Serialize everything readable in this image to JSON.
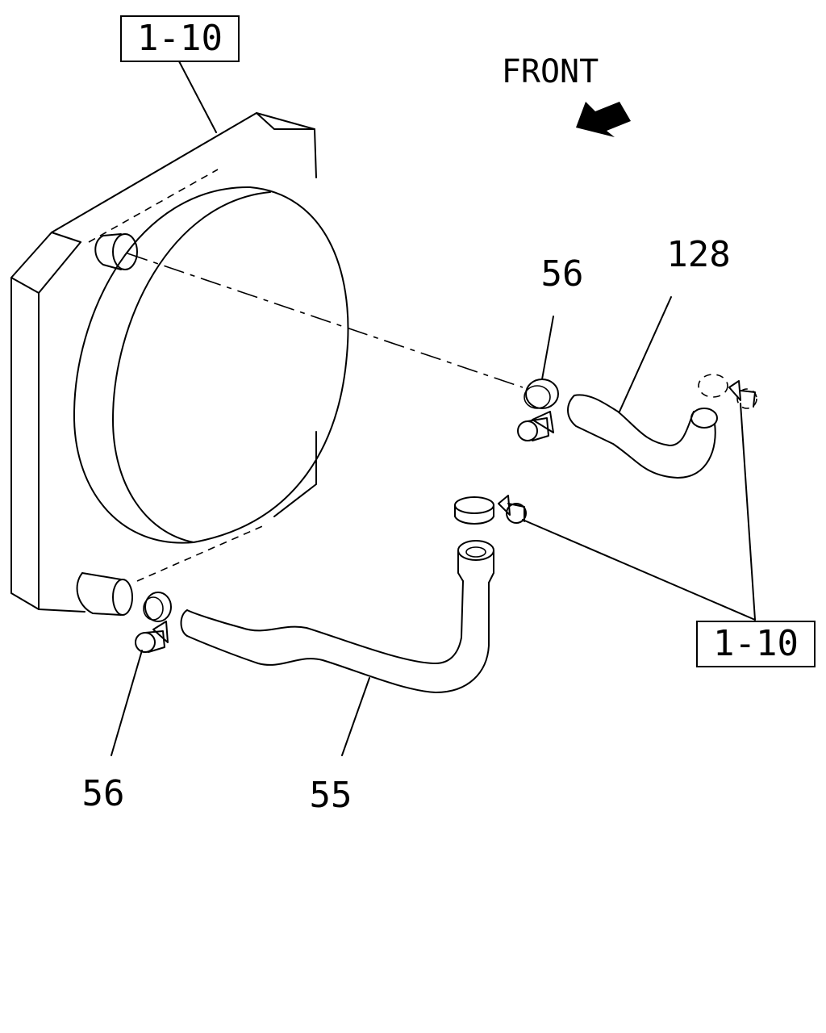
{
  "diagram": {
    "front_label": "FRONT",
    "ref_box_top": "1-10",
    "ref_box_bottom": "1-10",
    "callouts": {
      "clamp_upper": "56",
      "hose_upper": "128",
      "clamp_lower": "56",
      "hose_lower": "55"
    }
  }
}
